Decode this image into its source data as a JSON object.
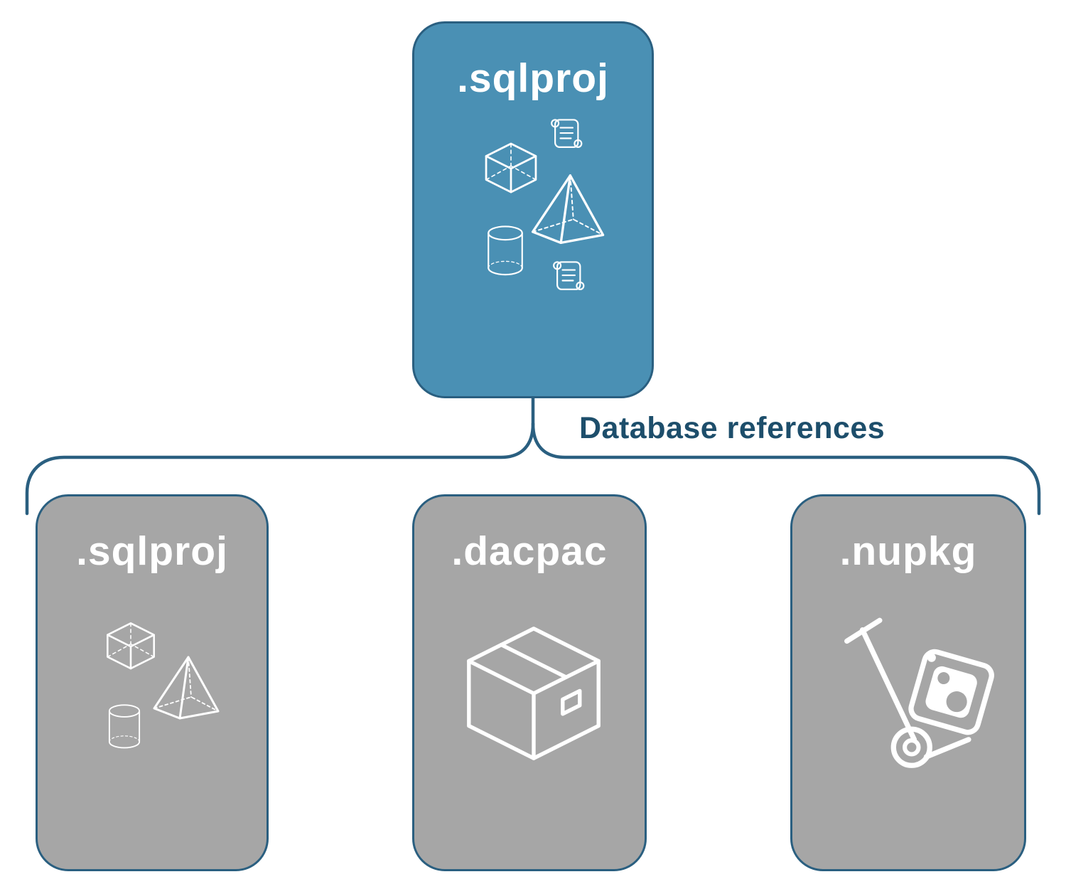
{
  "diagram": {
    "connector_label": "Database references",
    "colors": {
      "primary_blue": "#4a90b4",
      "box_gray": "#a6a6a6",
      "outline_navy": "#2a5f80",
      "label_navy": "#1d4e6b",
      "icon_white": "#ffffff"
    },
    "top_box": {
      "label": ".sqlproj",
      "icons": [
        "cube-icon",
        "script-scroll-icon",
        "pyramid-icon",
        "database-cylinder-icon",
        "script-scroll-icon"
      ]
    },
    "child_boxes": [
      {
        "label": ".sqlproj",
        "icons": [
          "cube-icon",
          "pyramid-icon",
          "database-cylinder-icon"
        ]
      },
      {
        "label": ".dacpac",
        "icons": [
          "package-box-icon"
        ]
      },
      {
        "label": ".nupkg",
        "icons": [
          "hand-truck-package-icon"
        ]
      }
    ]
  }
}
